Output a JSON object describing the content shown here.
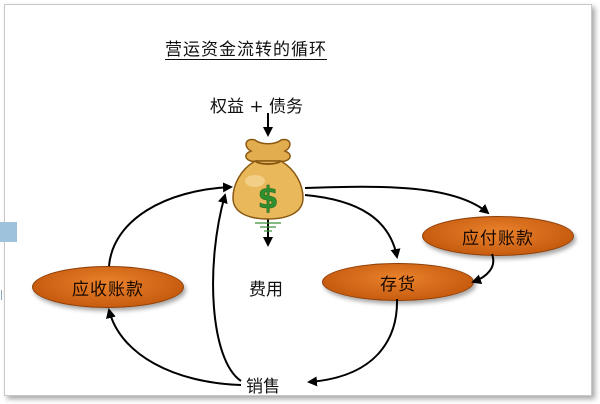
{
  "diagram": {
    "title": "营运资金流转的循环",
    "source": "权益 + 债务",
    "bag_symbol": "$",
    "expense": "费用",
    "sales": "销售",
    "nodes": {
      "receivable": "应收账款",
      "inventory": "存货",
      "payable": "应付账款"
    }
  },
  "colors": {
    "node_fill": "#d96a1e",
    "bag": "#e8b85a",
    "dollar": "#2f8f2f",
    "arrow": "#000000"
  }
}
